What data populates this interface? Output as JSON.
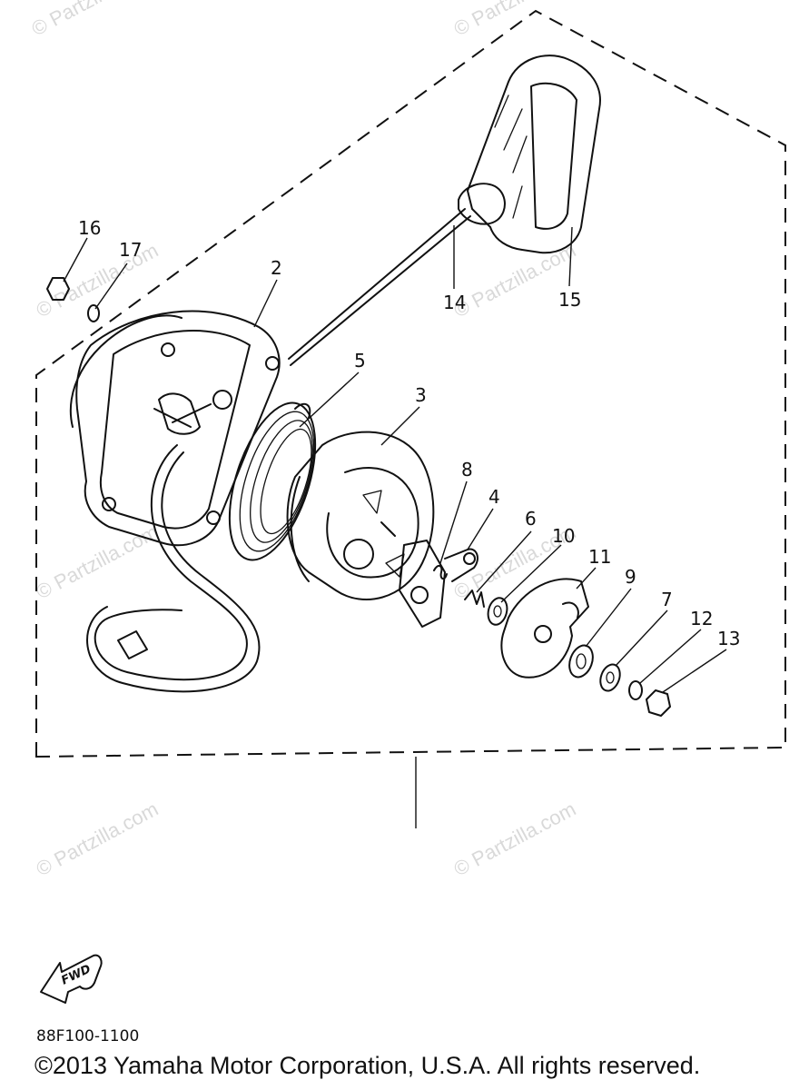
{
  "watermark": {
    "text": "© Partzilla.com",
    "color": "#d9d9d9"
  },
  "callouts": [
    {
      "id": "16",
      "label": "16"
    },
    {
      "id": "17",
      "label": "17"
    },
    {
      "id": "2",
      "label": "2"
    },
    {
      "id": "14",
      "label": "14"
    },
    {
      "id": "15",
      "label": "15"
    },
    {
      "id": "5",
      "label": "5"
    },
    {
      "id": "3",
      "label": "3"
    },
    {
      "id": "8",
      "label": "8"
    },
    {
      "id": "4",
      "label": "4"
    },
    {
      "id": "6",
      "label": "6"
    },
    {
      "id": "10",
      "label": "10"
    },
    {
      "id": "11",
      "label": "11"
    },
    {
      "id": "9",
      "label": "9"
    },
    {
      "id": "7",
      "label": "7"
    },
    {
      "id": "12",
      "label": "12"
    },
    {
      "id": "13",
      "label": "13"
    }
  ],
  "fwd_label": "FWD",
  "diagram_code": "88F100-1100",
  "copyright": "©2013  Yamaha Motor Corporation, U.S.A. All rights reserved.",
  "icons": {
    "fwd_arrow": "fwd-arrow-icon"
  }
}
